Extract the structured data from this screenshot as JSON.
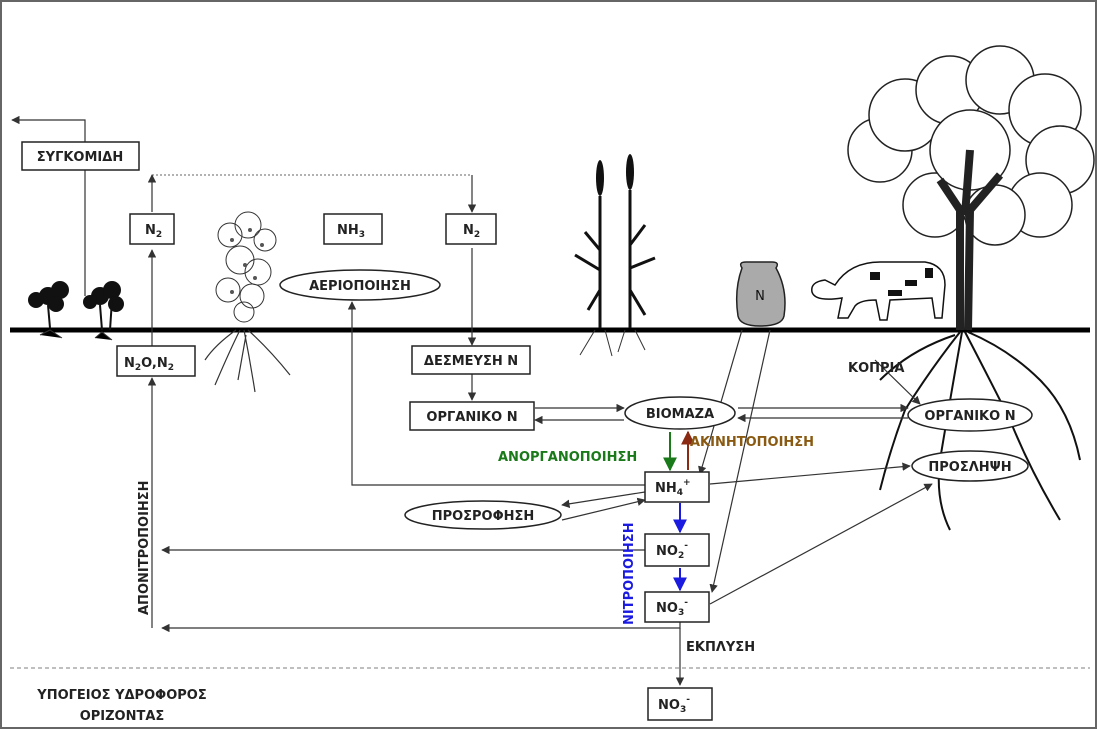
{
  "labels": {
    "harvest": "ΣΥΓΚΟΜΙΔΗ",
    "n2_left": "N",
    "n2_left_sub": "2",
    "nh3": "NH",
    "nh3_sub": "3",
    "n2_right": "N",
    "n2_right_sub": "2",
    "volatilization": "ΑΕΡΙΟΠΟΙΗΣΗ",
    "n2o_n2": "N",
    "n2o_sub": "2",
    "n2o_rest": "O,N",
    "n2o_sub2": "2",
    "fixation": "ΔΕΣΜΕΥΣΗ N",
    "organic_n_left": "ΟΡΓΑΝΙΚΟ Ν",
    "biomass": "ΒΙΟΜΑΖΑ",
    "organic_n_right": "ΟΡΓΑΝΙΚΟ Ν",
    "manure": "ΚΟΠΡΙΑ",
    "mineralization": "ΑΝΟΡΓΑΝΟΠΟΙΗΣΗ",
    "immobilization": "ΑΚΙΝΗΤΟΠΟΙΗΣΗ",
    "uptake": "ΠΡΟΣΛΗΨΗ",
    "nh4": "NH",
    "nh4_sub": "4",
    "nh4_sup": "+",
    "adsorption": "ΠΡΟΣΡΟΦΗΣΗ",
    "no2": "NO",
    "no2_sub": "2",
    "no2_sup": "-",
    "no3": "NO",
    "no3_sub": "3",
    "no3_sup": "-",
    "nitrification": "ΝΙΤΡΟΠΟΙΗΣΗ",
    "denitrification": "ΑΠΟΝΙΤΡΟΠΟΙΗΣΗ",
    "leaching": "ΕΚΠΛΥΣΗ",
    "groundwater_line1": "ΥΠΟΓΕΙΟΣ ΥΔΡΟΦΟΡΟΣ",
    "groundwater_line2": "ΟΡΙΖΟΝΤΑΣ",
    "no3_ground": "NO",
    "no3_ground_sub": "3",
    "no3_ground_sup": "-",
    "fertilizer_bag": "N"
  },
  "colors": {
    "mineralization": "#1a7a1a",
    "immobilization": "#8a5a12",
    "nitrification": "#1a1ae0",
    "soil_line": "#000000"
  },
  "illustrations": [
    "clover-plants",
    "bush",
    "cattail-plants",
    "fertilizer-bag",
    "cow",
    "tree"
  ]
}
